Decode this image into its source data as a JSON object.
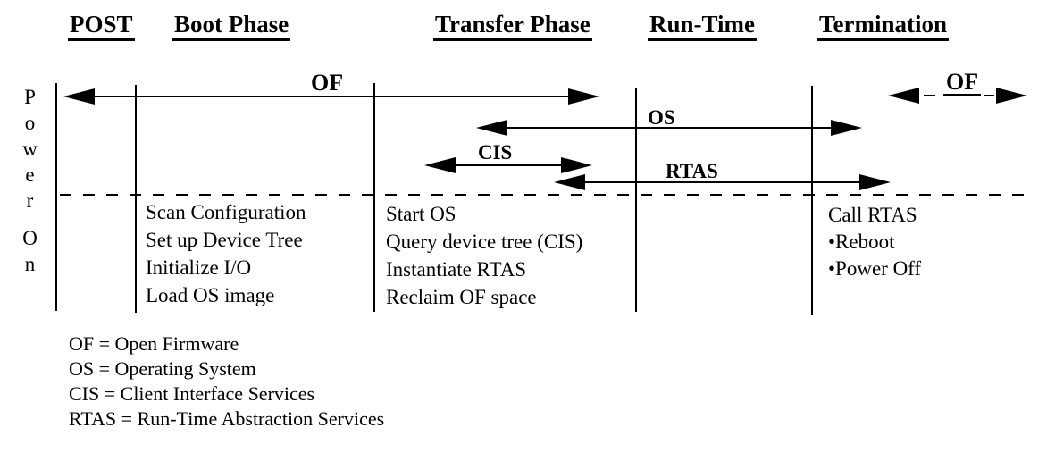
{
  "phases": [
    "POST",
    "Boot Phase",
    "Transfer Phase",
    "Run-Time",
    "Termination"
  ],
  "axis": {
    "word1": "Power",
    "word2": "On"
  },
  "spans": {
    "of": "OF",
    "os": "OS",
    "cis": "CIS",
    "rtas": "RTAS",
    "termination_of": "OF"
  },
  "tasks": {
    "boot": [
      "Scan Configuration",
      "Set up Device Tree",
      "Initialize I/O",
      "Load OS image"
    ],
    "transfer": [
      "Start OS",
      "Query device tree (CIS)",
      "Instantiate RTAS",
      "Reclaim OF space"
    ],
    "termination": [
      "Call RTAS",
      "•Reboot",
      "•Power Off"
    ]
  },
  "legend": [
    "OF = Open Firmware",
    "OS = Operating System",
    "CIS = Client Interface Services",
    "RTAS = Run-Time Abstraction Services"
  ]
}
